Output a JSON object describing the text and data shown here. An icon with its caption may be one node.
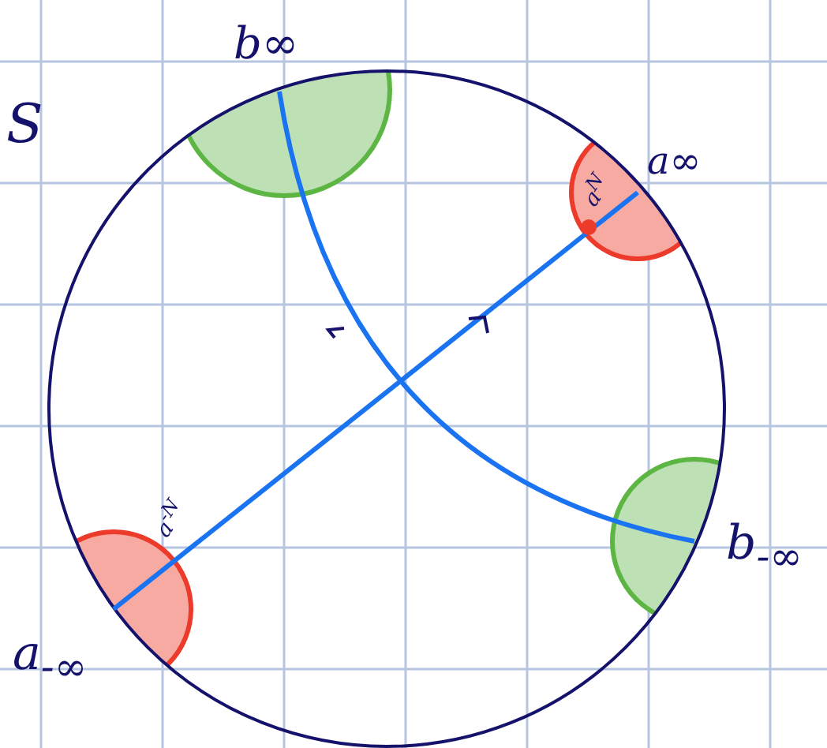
{
  "diagram": {
    "labels": [
      "S",
      "b∞",
      "a∞",
      "a$^{N}$",
      "a$^{-N}$",
      "a$_{-∞}$",
      "b$_{-∞}$"
    ]
  }
}
